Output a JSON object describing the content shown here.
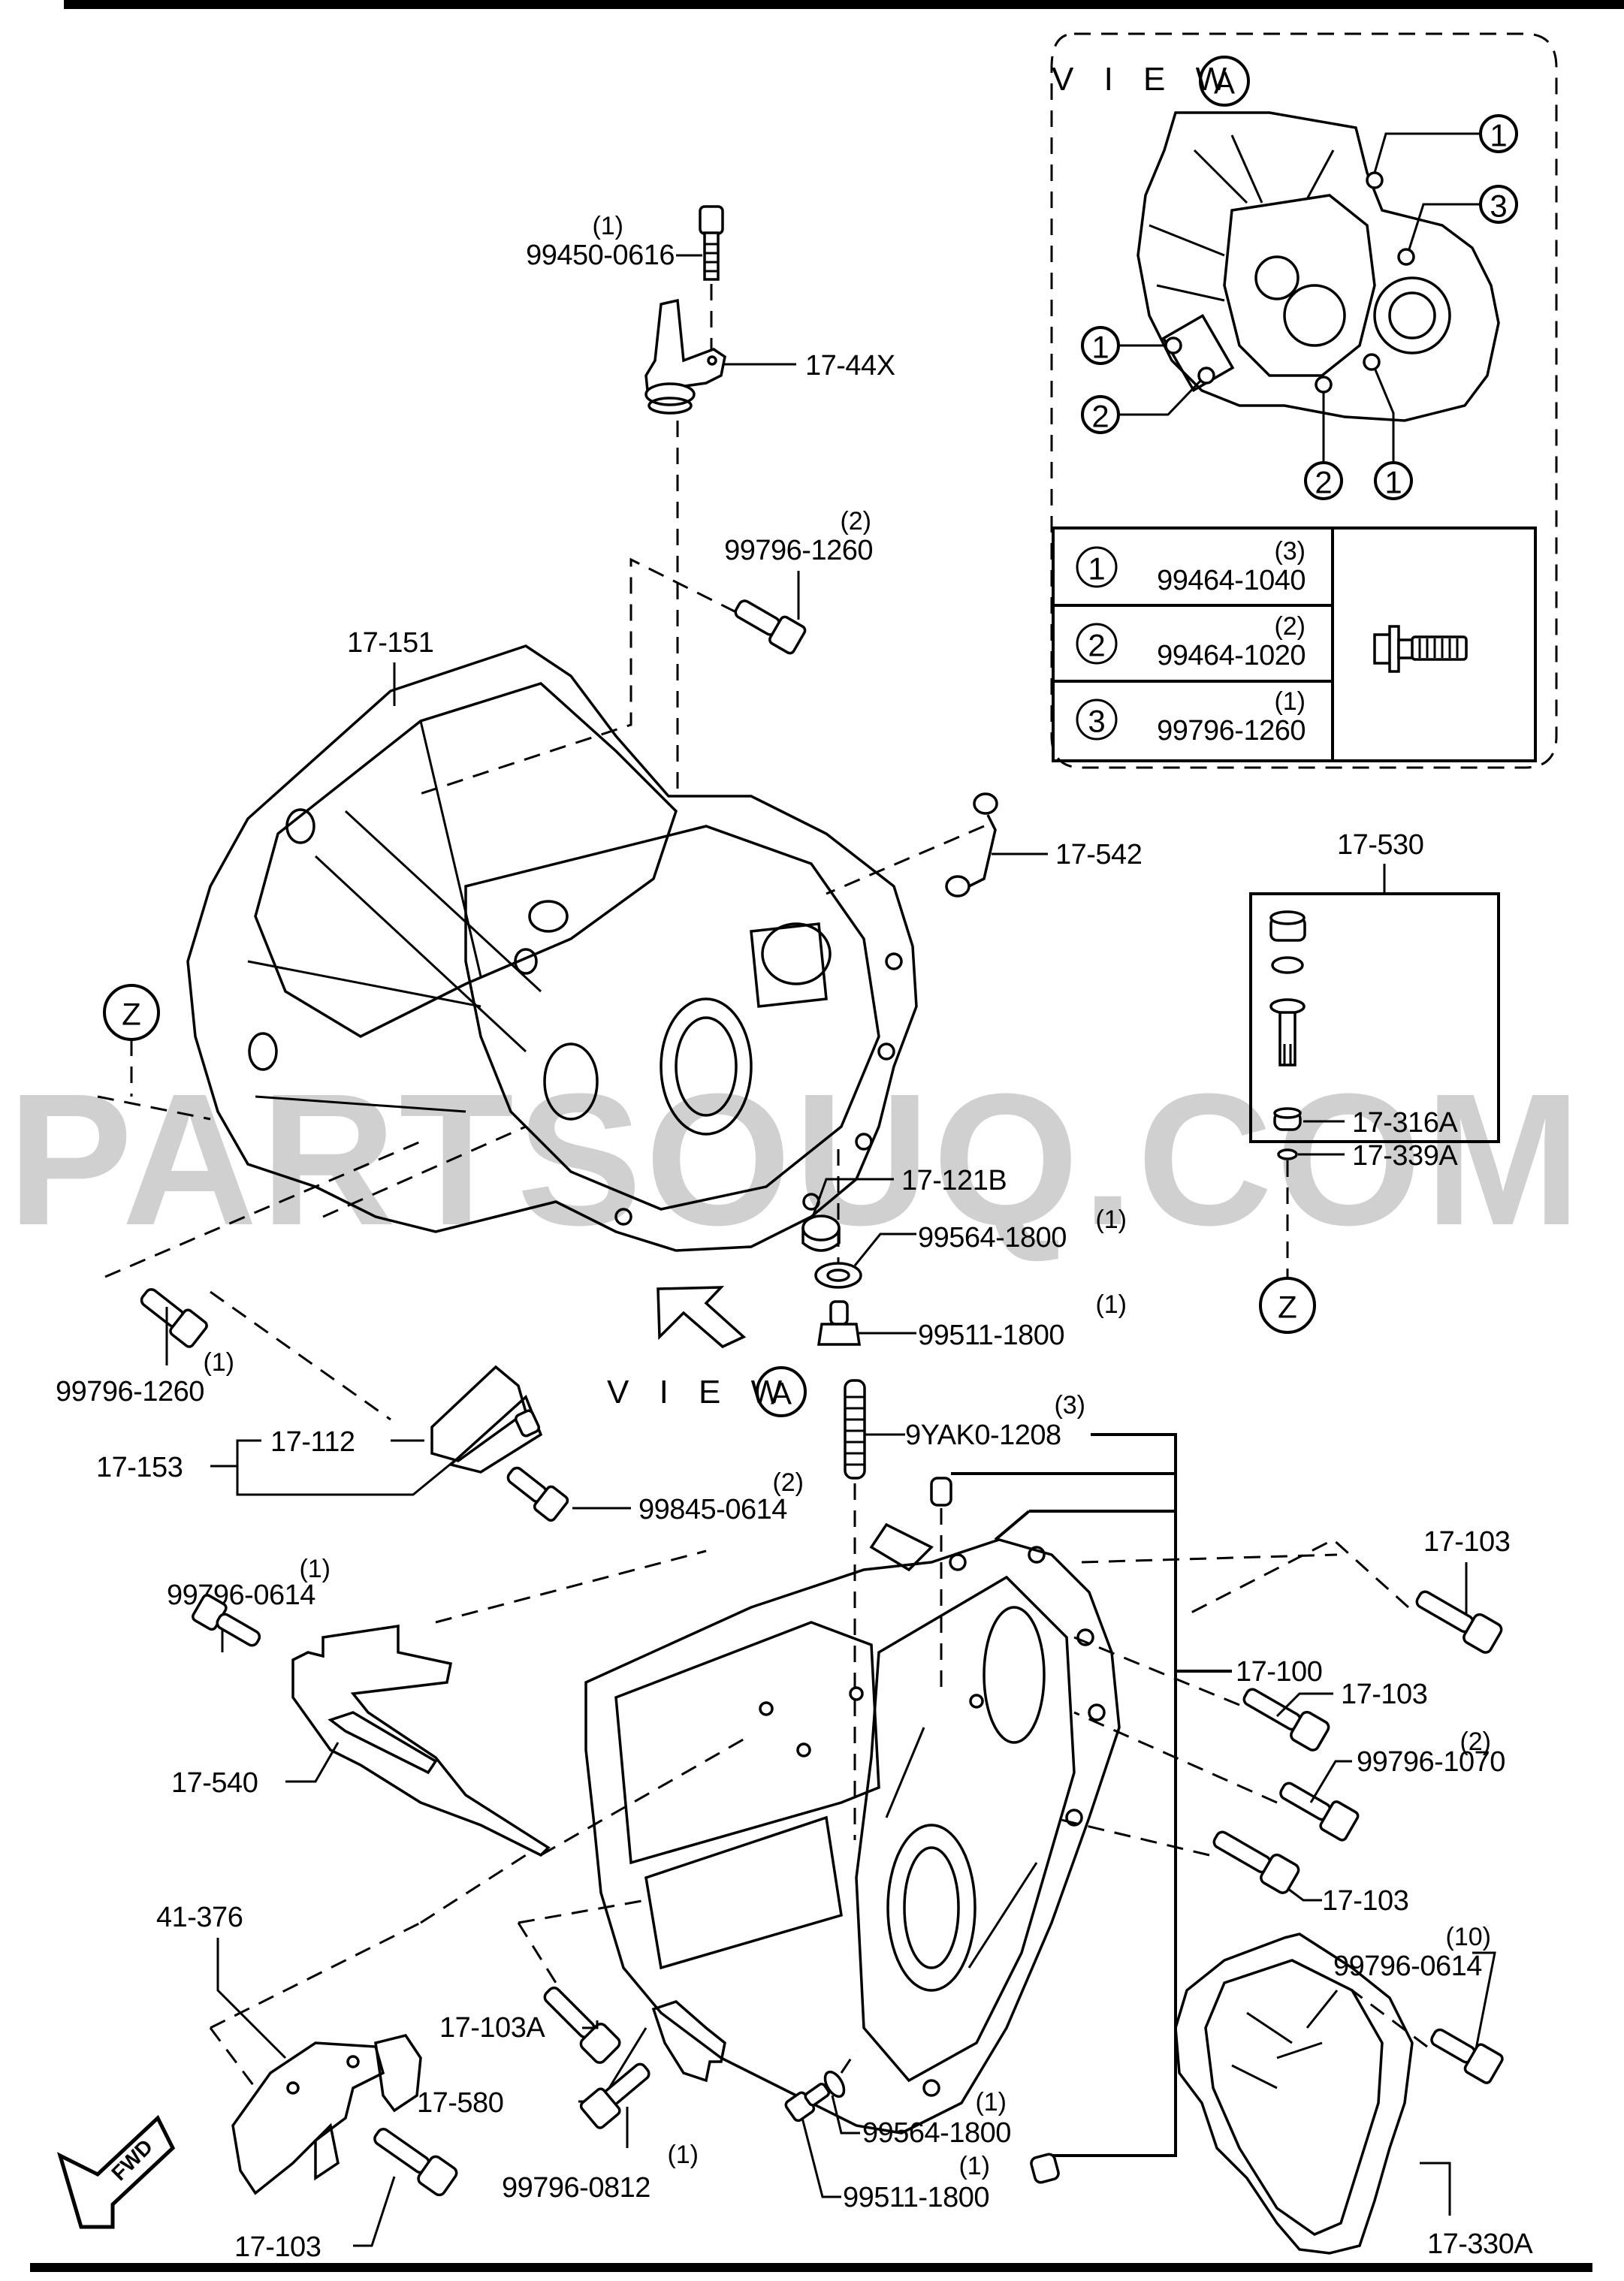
{
  "watermark": "PARTSOUQ.COM",
  "view_a_inset": {
    "title": "V I E W",
    "view_letter": "A",
    "callouts": [
      "1",
      "3",
      "1",
      "2",
      "2",
      "1"
    ],
    "fastener_table": [
      {
        "key": "1",
        "qty": "(3)",
        "part_no": "99464-1040"
      },
      {
        "key": "2",
        "qty": "(2)",
        "part_no": "99464-1020"
      },
      {
        "key": "3",
        "qty": "(1)",
        "part_no": "99796-1260"
      }
    ],
    "fastener_icon": "flange-bolt-icon"
  },
  "view_a_marker": {
    "title": "V I E W",
    "view_letter": "A"
  },
  "ref_marker": {
    "letter": "Z"
  },
  "kit_box": {
    "label": "17-530",
    "items": [
      {
        "part_no": "17-316A"
      },
      {
        "part_no": "17-339A"
      }
    ],
    "ref_letter": "Z"
  },
  "fwd_arrow": "FWD",
  "labels": {
    "p_99450_0616": {
      "part_no": "99450-0616",
      "qty": "(1)"
    },
    "p_17_44X": {
      "part_no": "17-44X"
    },
    "p_99796_1260_top": {
      "part_no": "99796-1260",
      "qty": "(2)"
    },
    "p_17_151": {
      "part_no": "17-151"
    },
    "p_17_542": {
      "part_no": "17-542"
    },
    "p_17_121B": {
      "part_no": "17-121B"
    },
    "p_99564_1800_top": {
      "part_no": "99564-1800",
      "qty": "(1)"
    },
    "p_99511_1800_top": {
      "part_no": "99511-1800",
      "qty": "(1)"
    },
    "p_99796_1260_left": {
      "part_no": "99796-1260",
      "qty": "(1)"
    },
    "p_17_112": {
      "part_no": "17-112"
    },
    "p_17_153": {
      "part_no": "17-153"
    },
    "p_99845_0614": {
      "part_no": "99845-0614",
      "qty": "(2)"
    },
    "p_9YAK0_1208": {
      "part_no": "9YAK0-1208",
      "qty": "(3)"
    },
    "p_99796_0614_left": {
      "part_no": "99796-0614",
      "qty": "(1)"
    },
    "p_17_103_a": {
      "part_no": "17-103"
    },
    "p_17_100": {
      "part_no": "17-100"
    },
    "p_17_103_b": {
      "part_no": "17-103"
    },
    "p_17_540": {
      "part_no": "17-540"
    },
    "p_99796_1070": {
      "part_no": "99796-1070",
      "qty": "(2)"
    },
    "p_17_103_c": {
      "part_no": "17-103"
    },
    "p_99796_0614_right": {
      "part_no": "99796-0614",
      "qty": "(10)"
    },
    "p_41_376": {
      "part_no": "41-376"
    },
    "p_17_103A": {
      "part_no": "17-103A"
    },
    "p_17_580": {
      "part_no": "17-580"
    },
    "p_99796_0812": {
      "part_no": "99796-0812",
      "qty": "(1)"
    },
    "p_99564_1800_bottom": {
      "part_no": "99564-1800",
      "qty": "(1)"
    },
    "p_99511_1800_bottom": {
      "part_no": "99511-1800",
      "qty": "(1)"
    },
    "p_17_103_d": {
      "part_no": "17-103"
    },
    "p_17_330A": {
      "part_no": "17-330A"
    }
  }
}
